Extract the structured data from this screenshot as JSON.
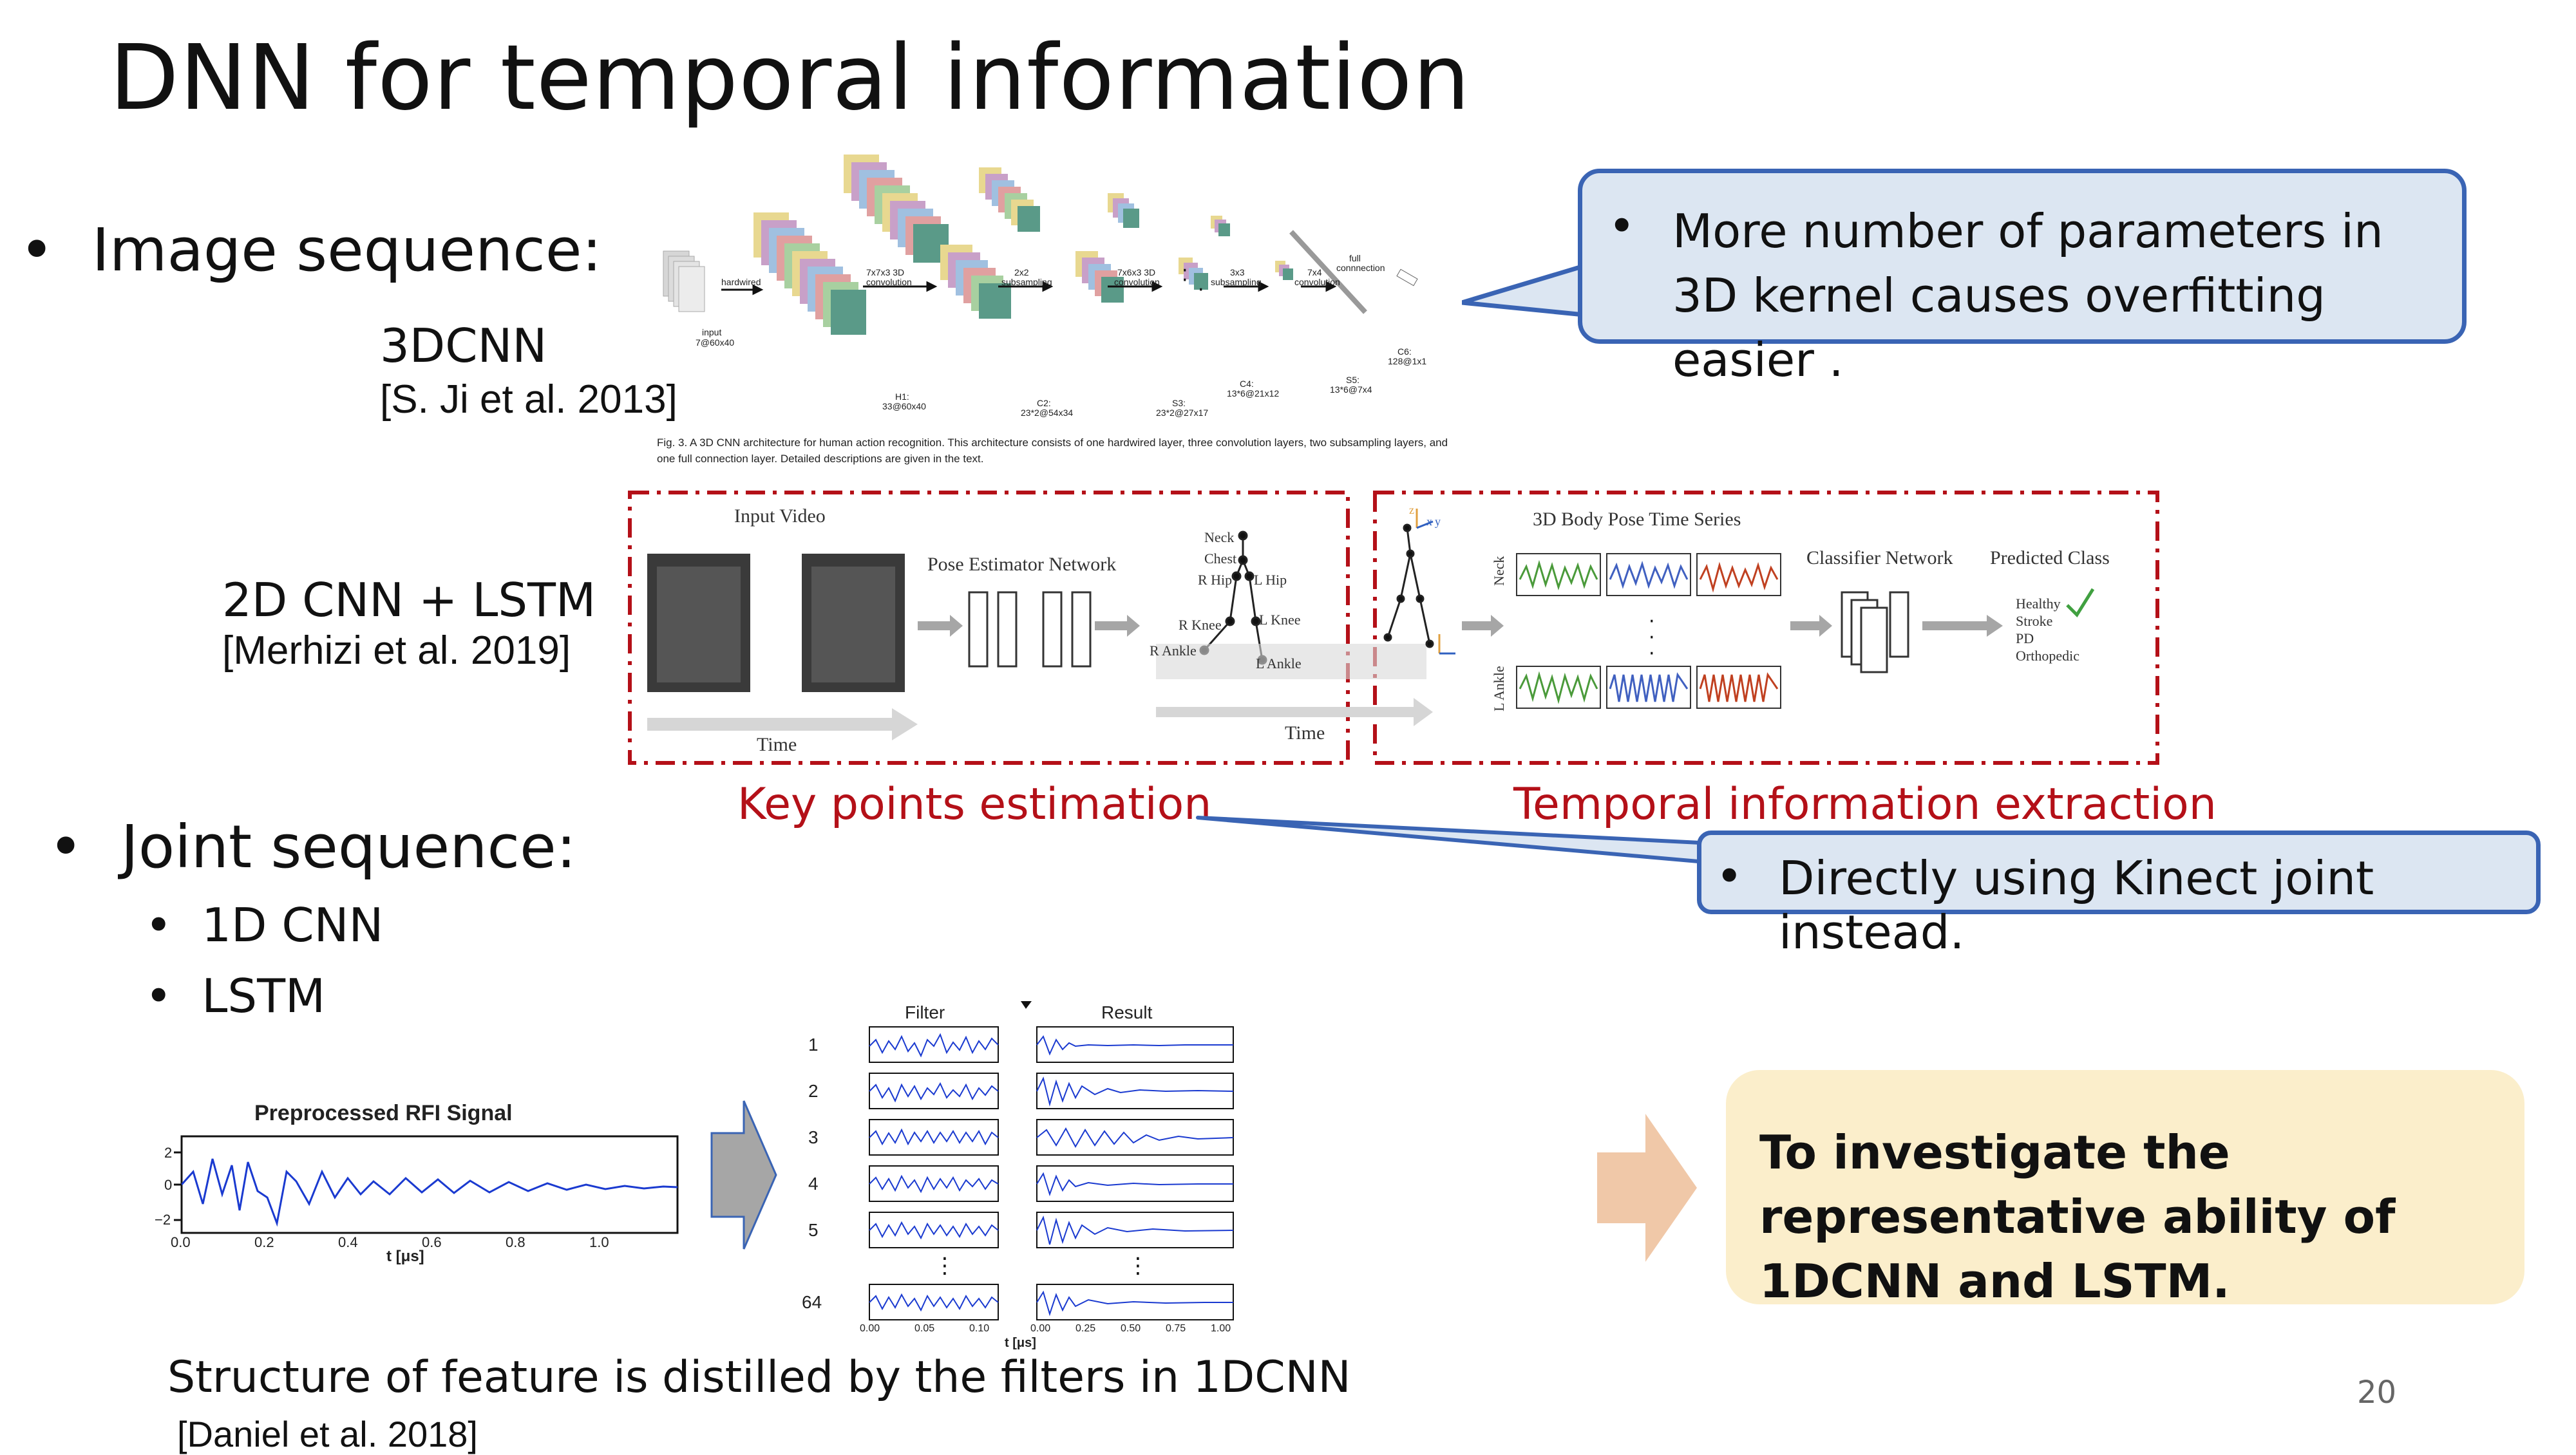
{
  "slide": {
    "title": "DNN for temporal information",
    "page_number": "20"
  },
  "image_sequence": {
    "bullet": "Image sequence:",
    "model1_name": "3DCNN",
    "model1_ref": "[S. Ji et al. 2013]",
    "model2_name": "2D CNN + LSTM",
    "model2_ref": "[Merhizi et al. 2019]"
  },
  "callouts": {
    "overfitting": "More number of parameters in 3D kernel causes overfitting  easier .",
    "kinect": "Directly using Kinect joint instead.",
    "conclusion": "To investigate the representative ability of 1DCNN and LSTM."
  },
  "figure_3dcnn": {
    "caption": "Fig. 3. A 3D CNN architecture for human action recognition. This architecture consists of one hardwired layer, three convolution layers, two subsampling layers, and one full connection layer. Detailed descriptions are given in the text.",
    "labels": {
      "input": "input",
      "input_dim": "7@60x40",
      "hardwired": "hardwired",
      "conv1": "7x7x3 3D",
      "conv1b": "convolution",
      "h1": "H1:",
      "h1_dim": "33@60x40",
      "sub1": "2x2",
      "sub1b": "subsampling",
      "c2": "C2:",
      "c2_dim": "23*2@54x34",
      "conv2": "7x6x3 3D",
      "conv2b": "convolution",
      "s3": "S3:",
      "s3_dim": "23*2@27x17",
      "sub2": "3x3",
      "sub2b": "subsampling",
      "c4": "C4:",
      "c4_dim": "13*6@21x12",
      "conv3": "7x4",
      "conv3b": "convolution",
      "s5": "S5:",
      "s5_dim": "13*6@7x4",
      "full": "full",
      "fullb": "connnection",
      "c6": "C6:",
      "c6_dim": "128@1x1"
    }
  },
  "figure_pose": {
    "input_video": "Input Video",
    "time1": "Time",
    "pose_estimator": "Pose Estimator Network",
    "joints": [
      "Neck",
      "Chest",
      "R Hip",
      "L Hip",
      "R Knee",
      "L Knee",
      "R Ankle",
      "L Ankle"
    ],
    "time2": "Time",
    "series_title": "3D Body Pose Time Series",
    "row_neck": "Neck",
    "row_ankle": "L Ankle",
    "classifier": "Classifier Network",
    "predicted": "Predicted Class",
    "classes": [
      "Healthy",
      "Stroke",
      "PD",
      "Orthopedic"
    ],
    "axis_x": "x",
    "axis_y": "y",
    "axis_z": "z",
    "keypoints_label": "Key points estimation",
    "temporal_label": "Temporal information extraction"
  },
  "joint_sequence": {
    "bullet": "Joint sequence:",
    "items": [
      "1D CNN",
      "LSTM"
    ]
  },
  "figure_rfi": {
    "signal_title": "Preprocessed RFI Signal",
    "signal_xlabel": "t [μs]",
    "signal_yticks": [
      "2",
      "0",
      "−2"
    ],
    "signal_xticks": [
      "0.0",
      "0.2",
      "0.4",
      "0.6",
      "0.8",
      "1.0"
    ],
    "filter_header": "Filter",
    "result_header": "Result",
    "row_ids": [
      "1",
      "2",
      "3",
      "4",
      "5",
      "64"
    ],
    "filter_xticks": [
      "0.00",
      "0.05",
      "0.10"
    ],
    "result_xticks": [
      "0.00",
      "0.25",
      "0.50",
      "0.75",
      "1.00"
    ],
    "xlabel": "t [μs]",
    "caption": "Structure of feature is distilled by the filters in 1DCNN",
    "ref": "[Daniel et al. 2018]"
  },
  "colors": {
    "callout_fill": "#dce6f2",
    "callout_border": "#3a64b4",
    "red_accent": "#b41018",
    "conclusion_fill": "#fbeecb",
    "arrow_orange": "#f0c8a8",
    "arrow_gray": "#a6a6a6"
  }
}
